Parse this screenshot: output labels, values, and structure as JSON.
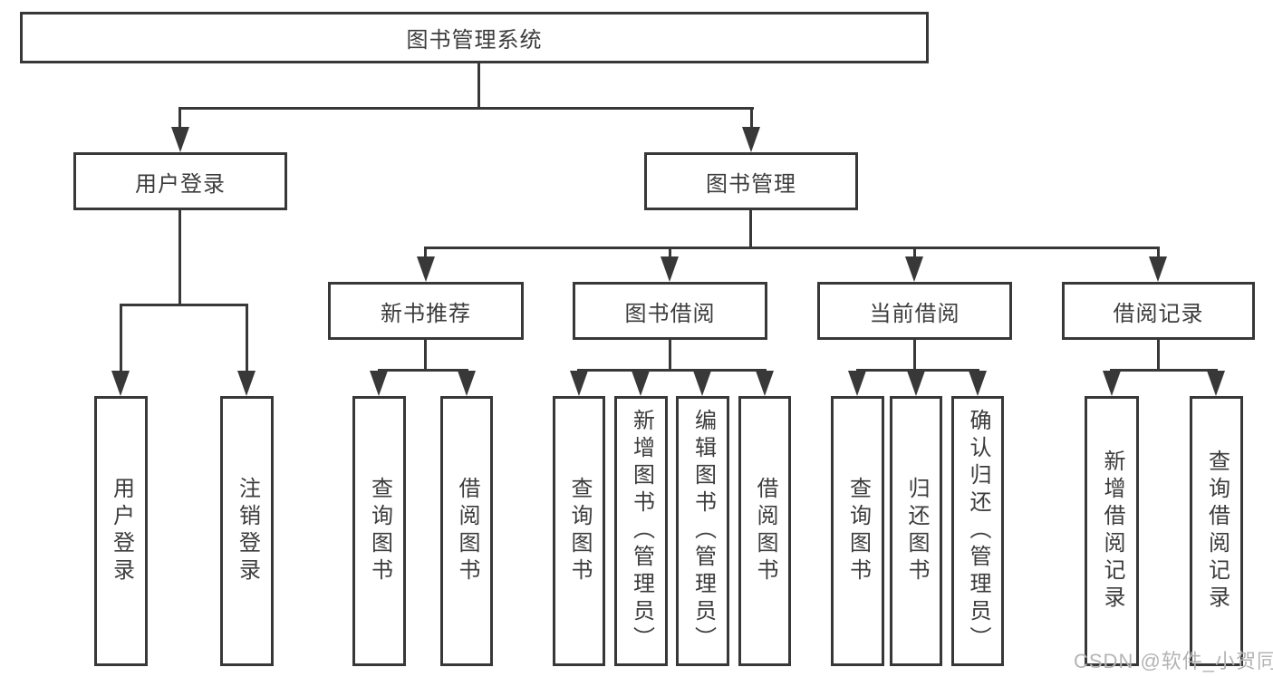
{
  "diagram": {
    "type": "tree",
    "root": {
      "label": "图书管理系统",
      "children": [
        {
          "label": "用户登录",
          "children": [
            {
              "label": "用户登录"
            },
            {
              "label": "注销登录"
            }
          ]
        },
        {
          "label": "图书管理",
          "children": [
            {
              "label": "新书推荐",
              "children": [
                {
                  "label": "查询图书"
                },
                {
                  "label": "借阅图书"
                }
              ]
            },
            {
              "label": "图书借阅",
              "children": [
                {
                  "label": "查询图书"
                },
                {
                  "label": "新增图书（管理员）"
                },
                {
                  "label": "编辑图书（管理员）"
                },
                {
                  "label": "借阅图书"
                }
              ]
            },
            {
              "label": "当前借阅",
              "children": [
                {
                  "label": "查询图书"
                },
                {
                  "label": "归还图书"
                },
                {
                  "label": "确认归还（管理员）"
                }
              ]
            },
            {
              "label": "借阅记录",
              "children": [
                {
                  "label": "新增借阅记录"
                },
                {
                  "label": "查询借阅记录"
                }
              ]
            }
          ]
        }
      ]
    }
  },
  "colors": {
    "line": "#383838",
    "box_border": "#383838",
    "text": "#3c3c3c",
    "background": "#ffffff",
    "watermark": "#b4b4b4"
  },
  "watermark": "CSDN @软件_小贺同学"
}
